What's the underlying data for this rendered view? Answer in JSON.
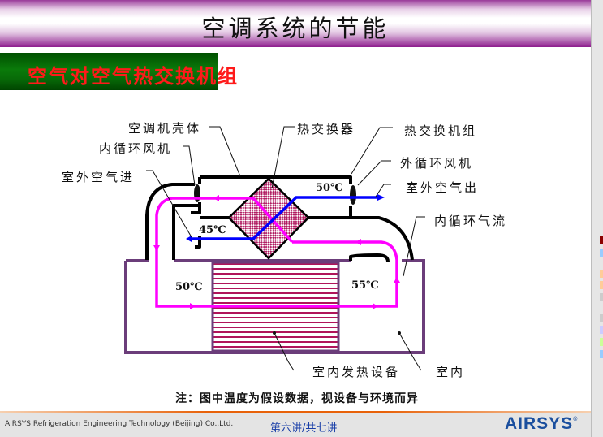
{
  "header": {
    "title": "空调系统的节能"
  },
  "subtitle": {
    "text": "空气对空气热交换机组"
  },
  "diagram": {
    "labels": {
      "casing": "空调机壳体",
      "heat_exchanger": "热交换器",
      "hx_unit": "热交换机组",
      "inner_fan": "内循环风机",
      "outer_fan": "外循环风机",
      "outdoor_in": "室外空气进",
      "outdoor_out": "室外空气出",
      "inner_flow": "内循环气流",
      "equipment": "室内发热设备",
      "indoor": "室内"
    },
    "temperatures": {
      "outdoor_out_temp": "50℃",
      "outdoor_in_temp": "45℃",
      "room_left_temp": "50℃",
      "room_right_temp": "55℃"
    },
    "colors": {
      "inner_air": "#ff00ff",
      "outer_air": "#0000ff",
      "casing": "#000000",
      "room": "#6b3d7a",
      "hx_fill": "#c0186a"
    }
  },
  "note": {
    "text": "注：图中温度为假设数据，视设备与环境而异"
  },
  "footer": {
    "company": "AIRSYS Refrigeration Engineering Technology (Beijing) Co.,Ltd.",
    "page": "第六讲/共七讲",
    "logo": "AIRSYS",
    "logo_mark": "®"
  },
  "sidebar": {
    "swatches": [
      "#8b0000",
      "#99ccff",
      "#ffcc99",
      "#ffcc99",
      "#cccccc",
      "#cccccc",
      "#ccccff",
      "#ccff99",
      "#99ccff"
    ]
  }
}
